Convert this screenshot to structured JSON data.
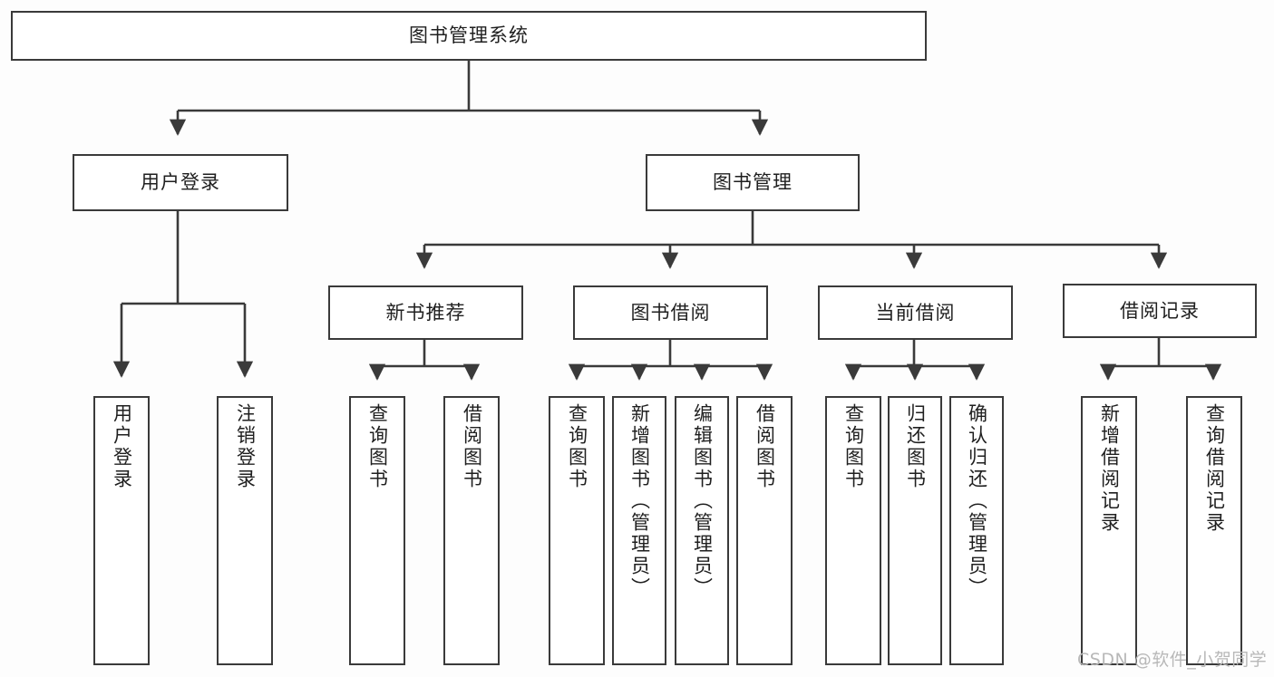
{
  "diagram": {
    "type": "tree",
    "title": "图书管理系统",
    "watermark": "CSDN @软件_小贺同学",
    "colors": {
      "background": "#fdfdfd",
      "node_fill": "#ffffff",
      "node_stroke": "#3a3a3a",
      "edge": "#3a3a3a",
      "text": "#1f1f1f",
      "watermark": "#b8b8b8"
    },
    "levels": {
      "root": "图书管理系统",
      "level2": [
        "用户登录",
        "图书管理"
      ],
      "level3": [
        "新书推荐",
        "图书借阅",
        "当前借阅",
        "借阅记录"
      ]
    },
    "nodes": {
      "root": {
        "label": "图书管理系统"
      },
      "user_login": {
        "label": "用户登录"
      },
      "book_manage": {
        "label": "图书管理"
      },
      "new_book_rec": {
        "label": "新书推荐"
      },
      "book_borrow": {
        "label": "图书借阅"
      },
      "current_borrow": {
        "label": "当前借阅"
      },
      "borrow_record": {
        "label": "借阅记录"
      },
      "leaf_user_login": {
        "label": "用户登录"
      },
      "leaf_logout": {
        "label": "注销登录"
      },
      "leaf_query_book_1": {
        "label": "查询图书"
      },
      "leaf_borrow_book_1": {
        "label": "借阅图书"
      },
      "leaf_query_book_2": {
        "label": "查询图书"
      },
      "leaf_add_book": {
        "label": "新增图书（管理员）"
      },
      "leaf_edit_book": {
        "label": "编辑图书（管理员）"
      },
      "leaf_borrow_book_2": {
        "label": "借阅图书"
      },
      "leaf_query_book_3": {
        "label": "查询图书"
      },
      "leaf_return_book": {
        "label": "归还图书"
      },
      "leaf_confirm_return": {
        "label": "确认归还（管理员）"
      },
      "leaf_add_record": {
        "label": "新增借阅记录"
      },
      "leaf_query_record": {
        "label": "查询借阅记录"
      }
    },
    "tree": [
      {
        "id": "root",
        "label": "图书管理系统",
        "children": [
          {
            "id": "user_login",
            "label": "用户登录",
            "children": [
              {
                "id": "leaf_user_login",
                "label": "用户登录"
              },
              {
                "id": "leaf_logout",
                "label": "注销登录"
              }
            ]
          },
          {
            "id": "book_manage",
            "label": "图书管理",
            "children": [
              {
                "id": "new_book_rec",
                "label": "新书推荐",
                "children": [
                  {
                    "id": "leaf_query_book_1",
                    "label": "查询图书"
                  },
                  {
                    "id": "leaf_borrow_book_1",
                    "label": "借阅图书"
                  }
                ]
              },
              {
                "id": "book_borrow",
                "label": "图书借阅",
                "children": [
                  {
                    "id": "leaf_query_book_2",
                    "label": "查询图书"
                  },
                  {
                    "id": "leaf_add_book",
                    "label": "新增图书（管理员）"
                  },
                  {
                    "id": "leaf_edit_book",
                    "label": "编辑图书（管理员）"
                  },
                  {
                    "id": "leaf_borrow_book_2",
                    "label": "借阅图书"
                  }
                ]
              },
              {
                "id": "current_borrow",
                "label": "当前借阅",
                "children": [
                  {
                    "id": "leaf_query_book_3",
                    "label": "查询图书"
                  },
                  {
                    "id": "leaf_return_book",
                    "label": "归还图书"
                  },
                  {
                    "id": "leaf_confirm_return",
                    "label": "确认归还（管理员）"
                  }
                ]
              },
              {
                "id": "borrow_record",
                "label": "借阅记录",
                "children": [
                  {
                    "id": "leaf_add_record",
                    "label": "新增借阅记录"
                  },
                  {
                    "id": "leaf_query_record",
                    "label": "查询借阅记录"
                  }
                ]
              }
            ]
          }
        ]
      }
    ]
  }
}
